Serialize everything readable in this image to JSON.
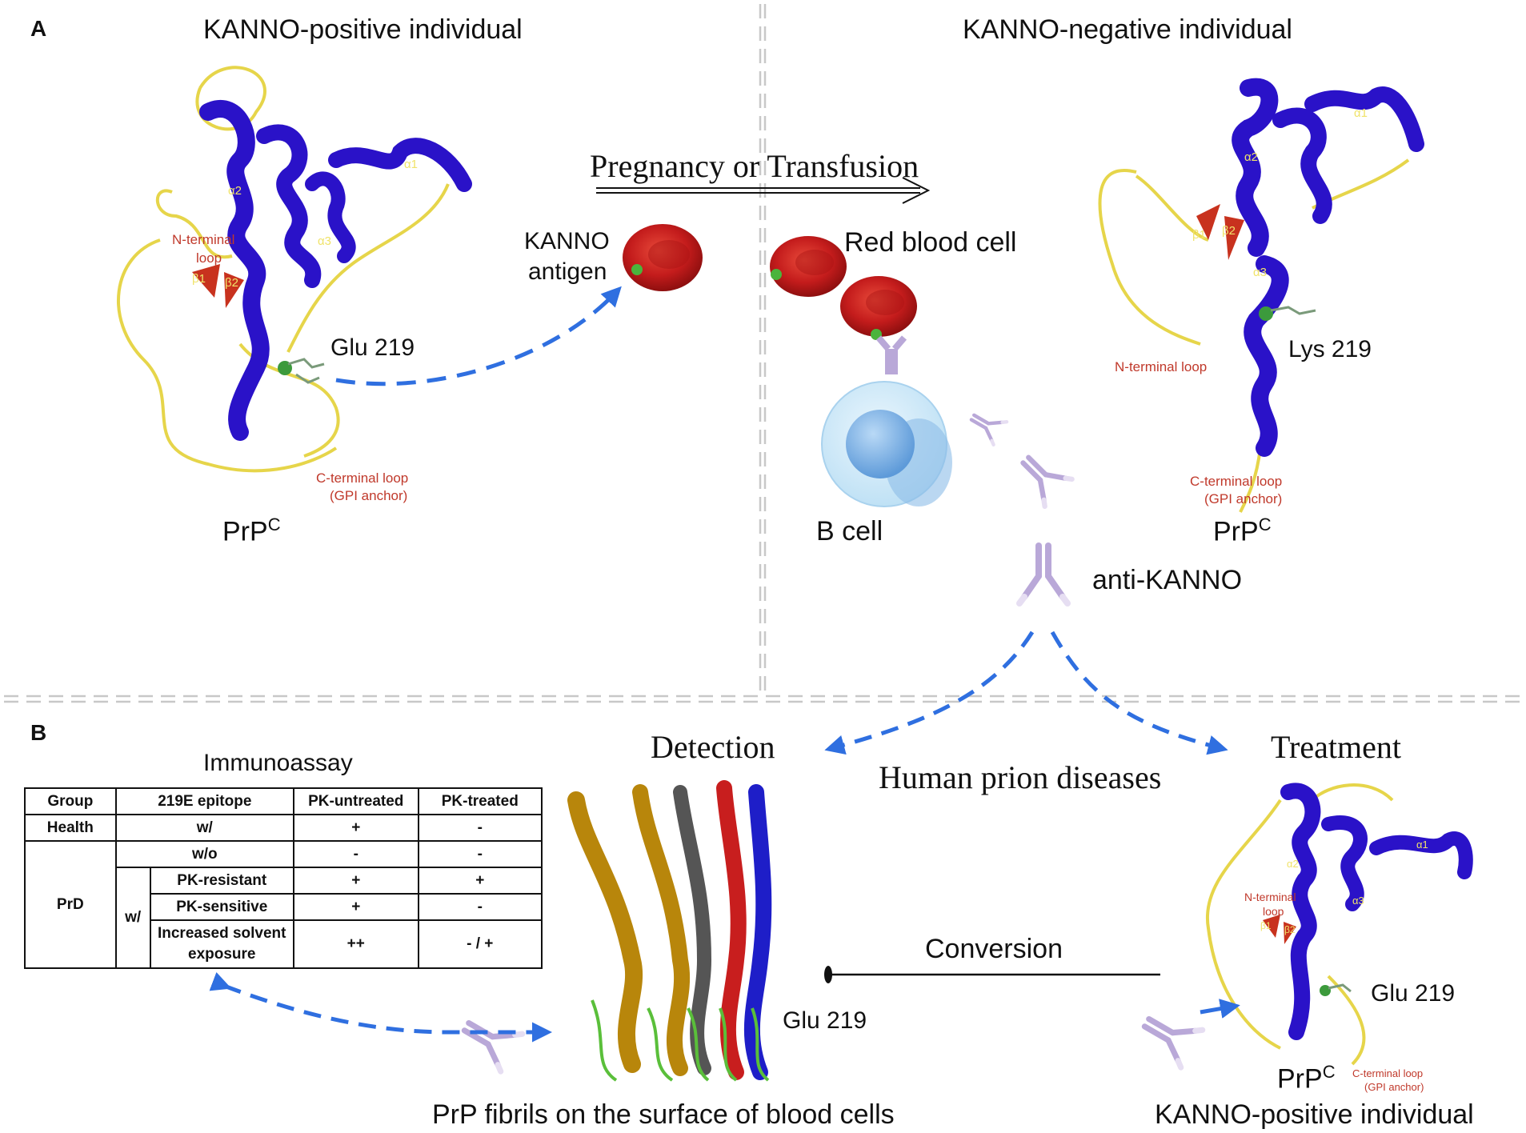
{
  "panels": {
    "a": {
      "letter": "A",
      "left_title": "KANNO-positive individual",
      "right_title": "KANNO-negative individual",
      "arrow_label": "Pregnancy or Transfusion",
      "kanno_antigen_line1": "KANNO",
      "kanno_antigen_line2": "antigen",
      "rbc_label": "Red blood cell",
      "glu_label": "Glu 219",
      "lys_label": "Lys 219",
      "bcell_label": "B cell",
      "anti_kanno_label": "anti-KANNO",
      "prpc_left": "PrP",
      "prpc_right": "PrP",
      "prpc_sup": "C",
      "left_protein": {
        "n_loop_line1": "N-terminal",
        "n_loop_line2": "loop",
        "c_loop_line1": "C-terminal loop",
        "c_loop_line2": "(GPI anchor)",
        "alpha1": "α1",
        "alpha2": "α2",
        "alpha3": "α3",
        "beta1": "β1",
        "beta2": "β2"
      },
      "right_protein": {
        "n_loop": "N-terminal loop",
        "c_loop_line1": "C-terminal loop",
        "c_loop_line2": "(GPI anchor)",
        "alpha1": "α1",
        "alpha2": "α2",
        "alpha3": "α3",
        "beta1": "β1",
        "beta2": "β2"
      }
    },
    "b": {
      "letter": "B",
      "immunoassay_title": "Immunoassay",
      "detection": "Detection",
      "treatment": "Treatment",
      "human_prion": "Human prion diseases",
      "conversion": "Conversion",
      "glu_fibril": "Glu 219",
      "fibrils_caption": "PrP fibrils on the surface of blood cells",
      "glu_right": "Glu 219",
      "prpc": "PrP",
      "prpc_sup": "C",
      "kanno_pos": "KANNO-positive individual",
      "right_protein": {
        "n_loop_line1": "N-terminal",
        "n_loop_line2": "loop",
        "c_loop_line1": "C-terminal loop",
        "c_loop_line2": "(GPI anchor)",
        "alpha1": "α1",
        "alpha2": "α2",
        "alpha3": "α3",
        "beta1": "β1",
        "beta2": "β2"
      },
      "table": {
        "headers": [
          "Group",
          "219E epitope",
          "PK-untreated",
          "PK-treated"
        ],
        "health": {
          "group": "Health",
          "epitope": "w/",
          "untreated": "+",
          "treated": "-"
        },
        "prd_group": "PrD",
        "wo": {
          "epitope": "w/o",
          "untreated": "-",
          "treated": "-"
        },
        "w_label": "w/",
        "resistant": {
          "sub": "PK-resistant",
          "untreated": "+",
          "treated": "+"
        },
        "sensitive": {
          "sub": "PK-sensitive",
          "untreated": "+",
          "treated": "-"
        },
        "solvent": {
          "sub_line1": "Increased solvent",
          "sub_line2": "exposure",
          "untreated": "++",
          "treated": "- / +"
        }
      }
    }
  },
  "colors": {
    "helix": "#2a12c8",
    "loop": "#e6d54a",
    "beta": "#c8321e",
    "arrow_blue": "#2f6fe0",
    "rbc": "#c81e1e",
    "antibody": "#b9a8d8"
  }
}
